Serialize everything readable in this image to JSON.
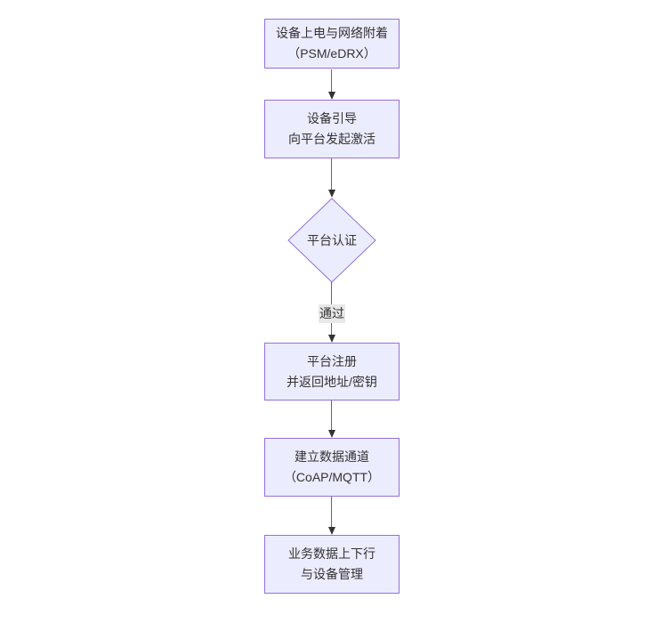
{
  "diagram": {
    "type": "flowchart-vertical",
    "nodes": [
      {
        "id": "attach",
        "shape": "rect",
        "line1": "设备上电与网络附着",
        "line2": "（PSM/eDRX）"
      },
      {
        "id": "bootstrap",
        "shape": "rect",
        "line1": "设备引导",
        "line2": "向平台发起激活"
      },
      {
        "id": "auth",
        "shape": "diamond",
        "label": "平台认证"
      },
      {
        "id": "register",
        "shape": "rect",
        "line1": "平台注册",
        "line2": "并返回地址/密钥"
      },
      {
        "id": "channel",
        "shape": "rect",
        "line1": "建立数据通道",
        "line2": "（CoAP/MQTT）"
      },
      {
        "id": "business",
        "shape": "rect",
        "line1": "业务数据上下行",
        "line2": "与设备管理"
      }
    ],
    "edge": {
      "pass_label": "通过"
    }
  },
  "colors": {
    "node_fill": "#ECECFF",
    "node_border": "#9370DB",
    "text_color": "#333333",
    "arrow_line": "#666666",
    "arrow_head": "#333333",
    "edge_label_bg": "#e8e8e8",
    "canvas_bg": "#ffffff"
  }
}
